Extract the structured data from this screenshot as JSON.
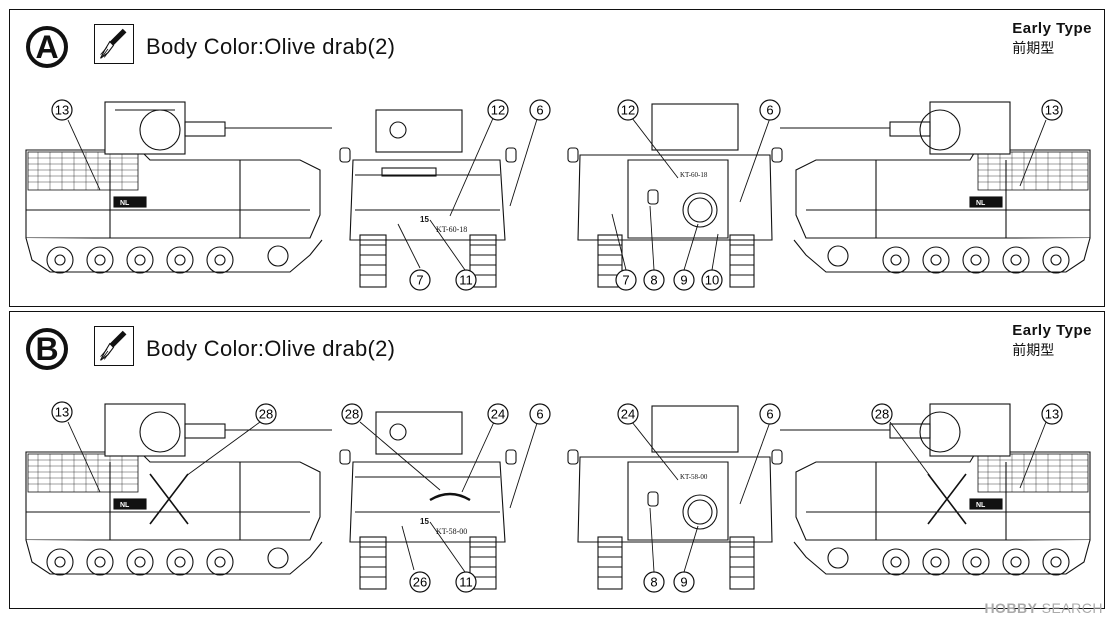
{
  "panels": [
    {
      "id": "A",
      "letter": "A",
      "body_color_label": "Body Color:Olive drab(2)",
      "type_en": "Early Type",
      "type_jp": "前期型",
      "markings": {
        "nl": "NL",
        "plate_front": "KT-60-18",
        "plate_rear": "KT-60-18",
        "hull_number": "15"
      },
      "views": {
        "left_side": {
          "callouts": [
            "13"
          ]
        },
        "front": {
          "callouts": [
            "12",
            "6",
            "7",
            "11"
          ]
        },
        "rear": {
          "callouts": [
            "12",
            "6",
            "7",
            "8",
            "9",
            "10"
          ]
        },
        "right_side": {
          "callouts": [
            "13"
          ]
        }
      }
    },
    {
      "id": "B",
      "letter": "B",
      "body_color_label": "Body Color:Olive drab(2)",
      "type_en": "Early Type",
      "type_jp": "前期型",
      "markings": {
        "nl": "NL",
        "plate_front": "KT-58-00",
        "plate_rear": "KT-58-00",
        "hull_number": "15"
      },
      "views": {
        "left_side": {
          "callouts": [
            "13",
            "28"
          ]
        },
        "front": {
          "callouts": [
            "28",
            "24",
            "6",
            "26",
            "11"
          ]
        },
        "rear": {
          "callouts": [
            "24",
            "6",
            "8",
            "9"
          ]
        },
        "right_side": {
          "callouts": [
            "28",
            "13"
          ]
        }
      }
    }
  ],
  "watermark": {
    "brand": "HOBBY",
    "suffix": "SEARCH"
  }
}
